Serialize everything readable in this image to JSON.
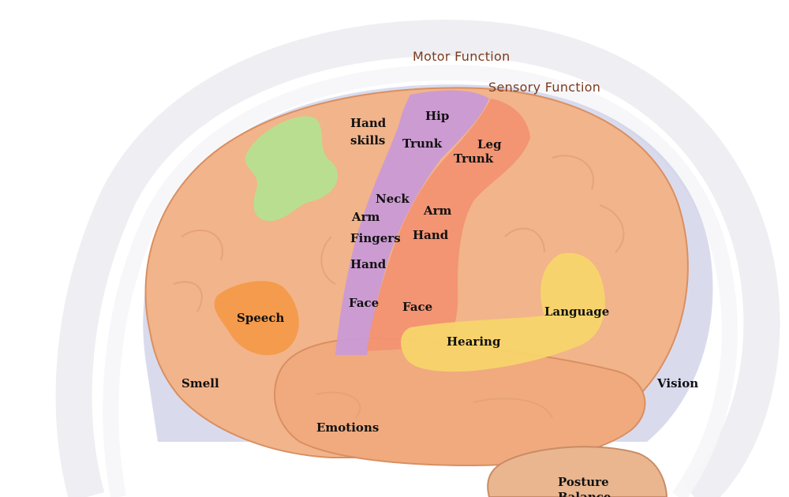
{
  "headers": {
    "motor": "Motor Function",
    "sensory": "Sensory Function"
  },
  "labels": {
    "hand_skills_1": "Hand",
    "hand_skills_2": "skills",
    "hip": "Hip",
    "trunk_motor": "Trunk",
    "leg": "Leg",
    "trunk_sensory": "Trunk",
    "neck": "Neck",
    "arm_motor": "Arm",
    "arm_sensory": "Arm",
    "fingers": "Fingers",
    "hand_sensory": "Hand",
    "hand_motor": "Hand",
    "face_motor": "Face",
    "face_sensory": "Face",
    "speech": "Speech",
    "language": "Language",
    "hearing": "Hearing",
    "smell": "Smell",
    "vision": "Vision",
    "emotions": "Emotions",
    "posture": "Posture",
    "balance": "Balance"
  },
  "colors": {
    "brain": "#f2b48a",
    "frontal_green": "#b6e08f",
    "motor_strip": "#c99ad6",
    "sensory_strip": "#f29272",
    "speech": "#f39a4a",
    "language": "#f7d66a",
    "cerebellum": "#e9b690",
    "header_text": "#7a3b1e"
  }
}
